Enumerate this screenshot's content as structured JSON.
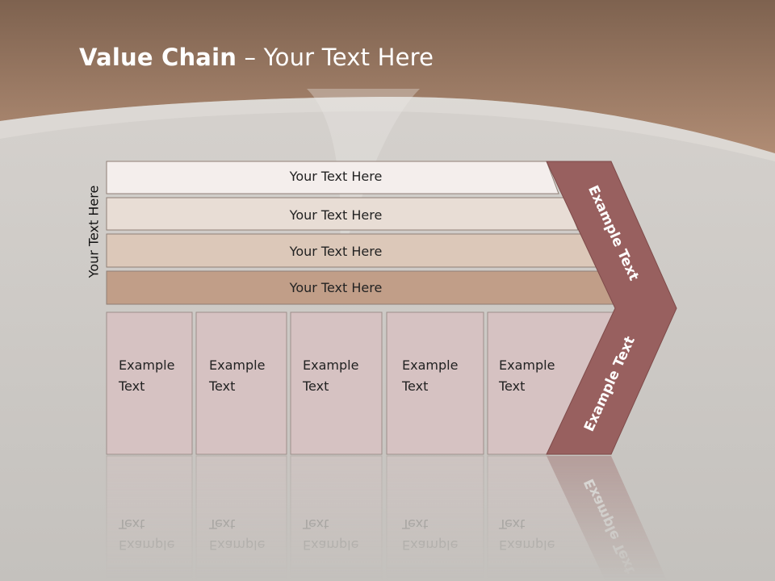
{
  "slide": {
    "title_bold": "Value Chain",
    "title_rest": " – Your Text Here",
    "side_label": "Your Text Here"
  },
  "support_activities": [
    {
      "label": "Your Text Here",
      "color": "#f4eeec"
    },
    {
      "label": "Your Text Here",
      "color": "#e8ddd5"
    },
    {
      "label": "Your Text Here",
      "color": "#dcc8b9"
    },
    {
      "label": "Your Text Here",
      "color": "#c19e88"
    }
  ],
  "primary_activities": [
    {
      "line1": "Example",
      "line2": "Text"
    },
    {
      "line1": "Example",
      "line2": "Text"
    },
    {
      "line1": "Example",
      "line2": "Text"
    },
    {
      "line1": "Example",
      "line2": "Text"
    },
    {
      "line1": "Example",
      "line2": "Text"
    }
  ],
  "margin_arrow": {
    "top_label": "Example Text",
    "bottom_label": "Example Text",
    "color": "#98605f"
  },
  "colors": {
    "header": "#a3806b",
    "primary_box": "#d6c2c2"
  }
}
